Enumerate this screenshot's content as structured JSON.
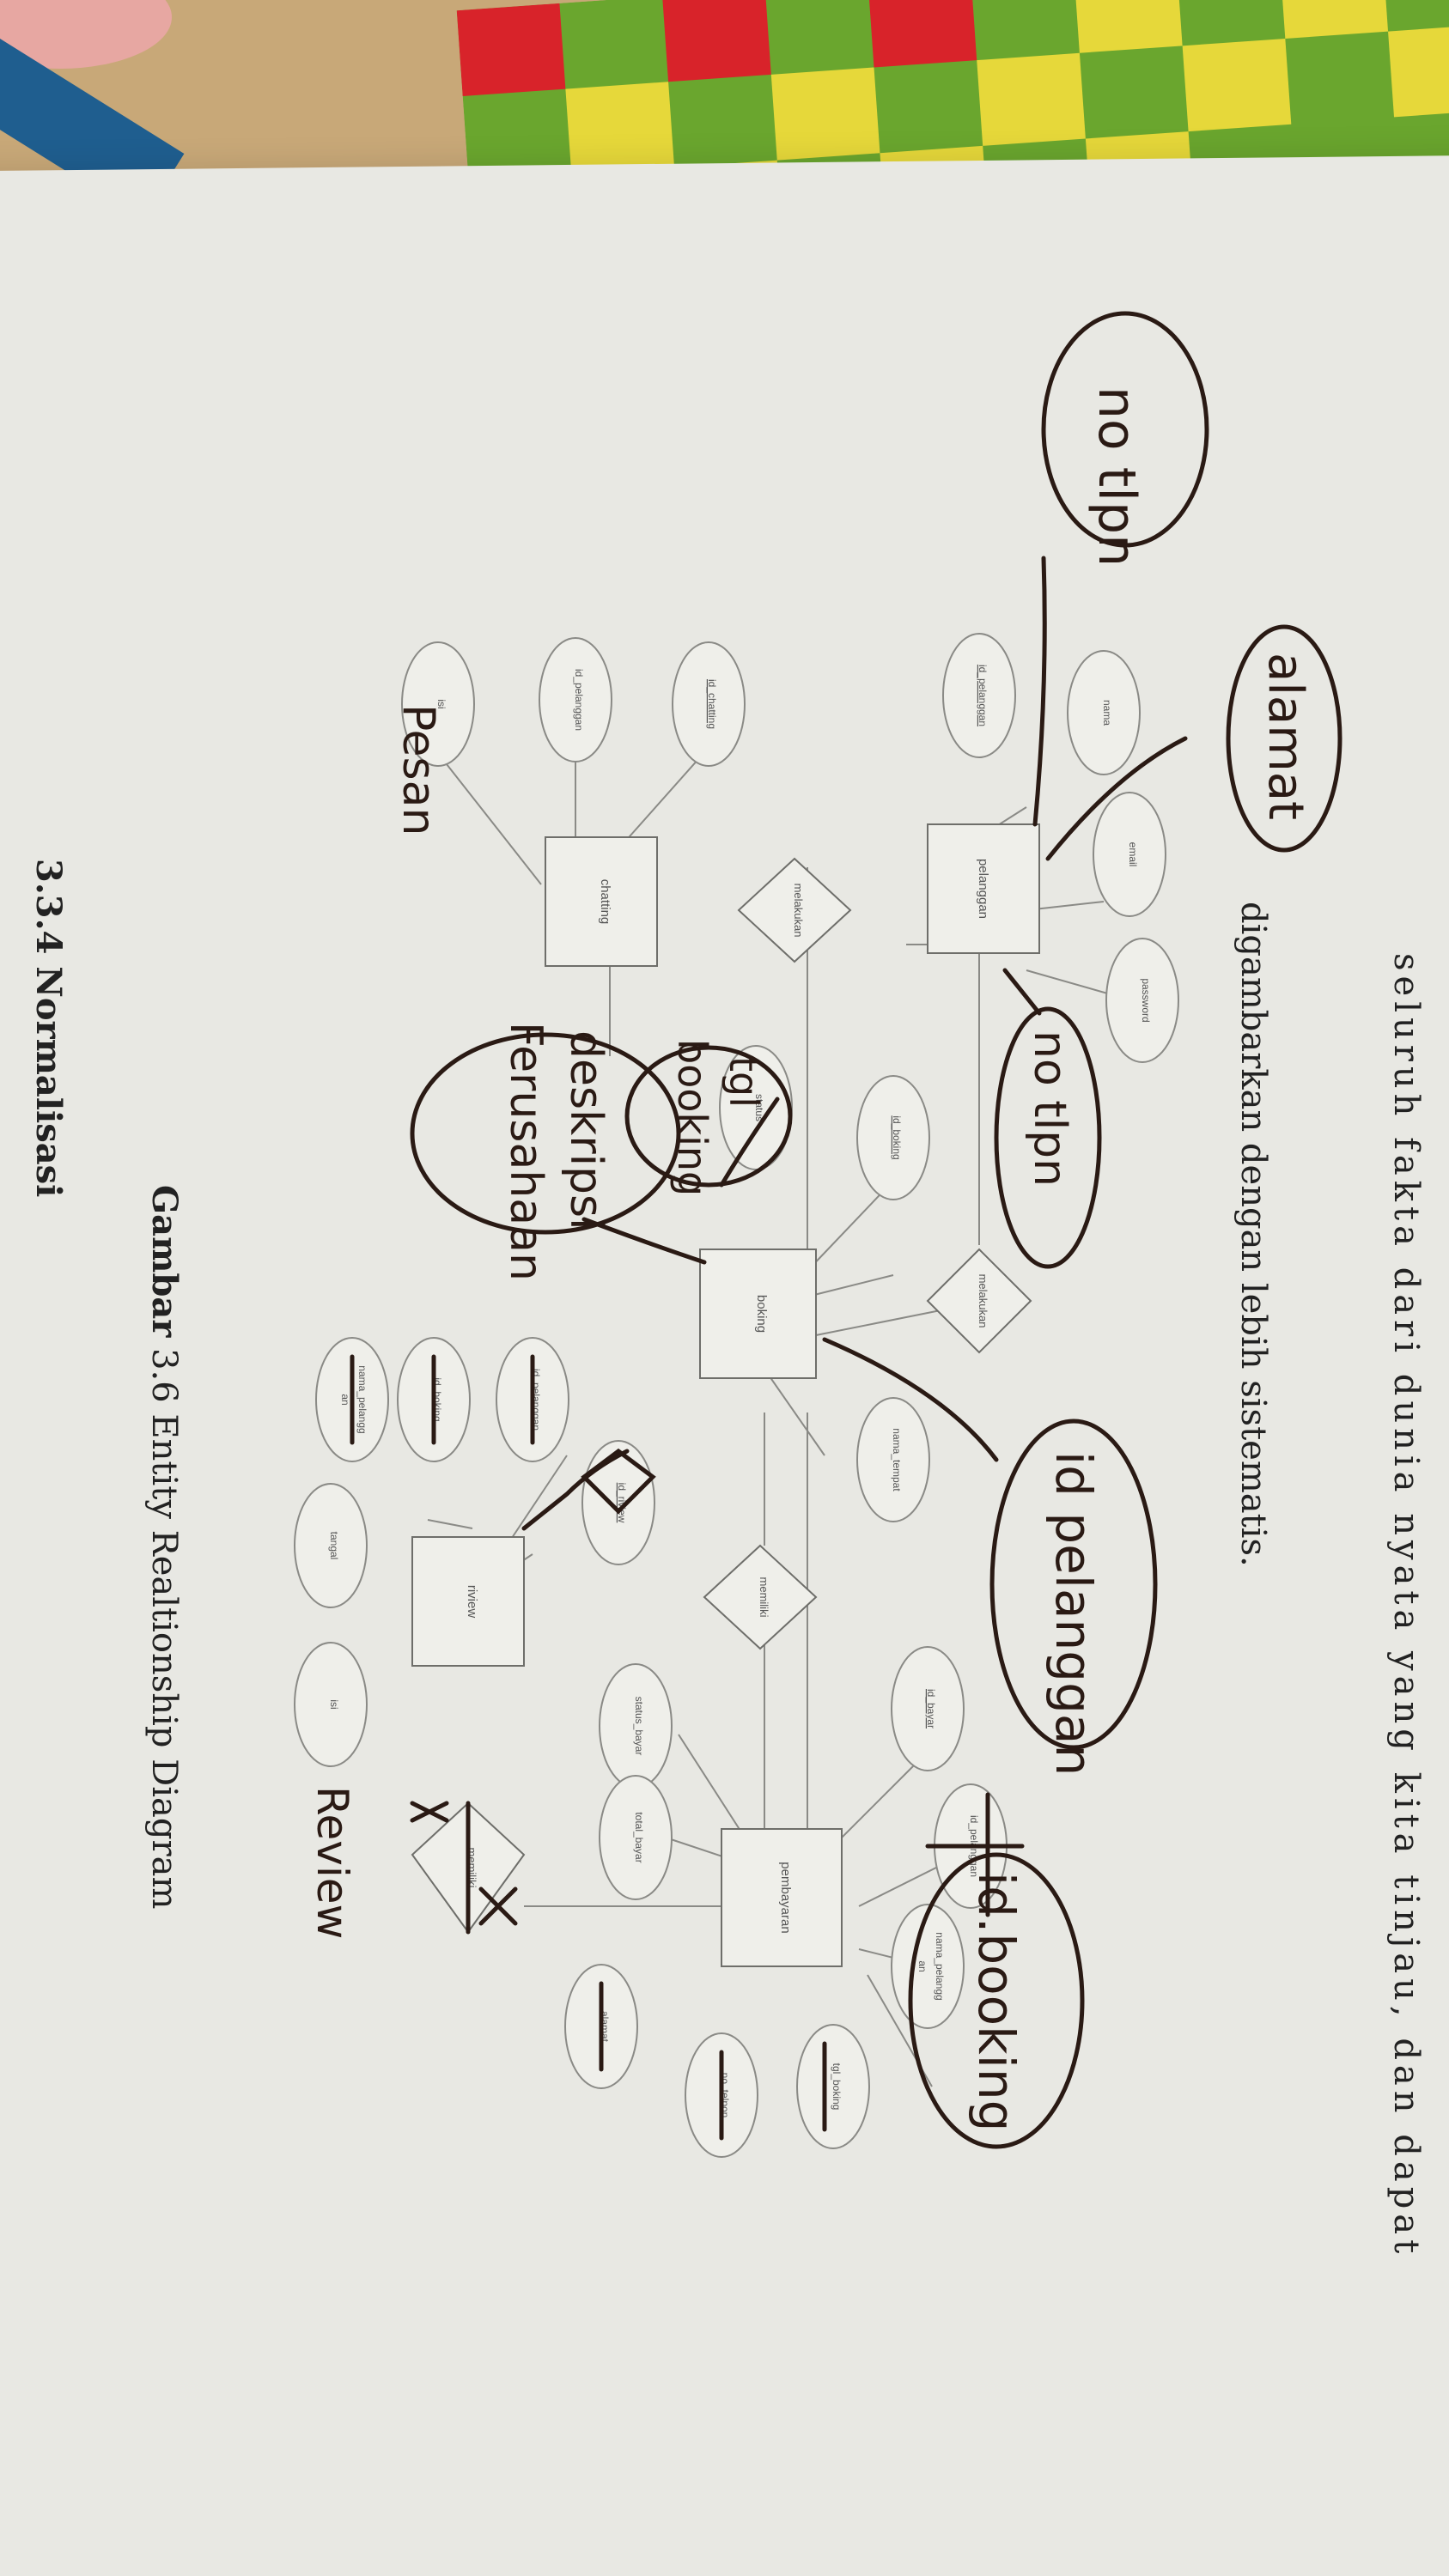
{
  "page": {
    "intro_line1": "seluruh fakta dari dunia nyata yang kita tinjau, dan dapat",
    "intro_line2": "digambarkan dengan lebih sistematis.",
    "caption_bold": "Gambar",
    "caption_rest": " 3.6 Entity Realtionship Diagram",
    "section_heading": "3.3.4 Normalisasi"
  },
  "entities": {
    "pelanggan": "pelanggan",
    "chatting": "chatting",
    "boking": "boking",
    "pembayaran": "pembayaran",
    "riview": "riview"
  },
  "relationships": {
    "melakukan_1": "melakukan",
    "melakukan_2": "melakukan",
    "memiliki": "memiliki",
    "memiliki_struck": "memiliki"
  },
  "attributes": {
    "id_pelanggan": "id_pelanggan",
    "nama": "nama",
    "email": "email",
    "password": "password",
    "id_chatting": "id_chatting",
    "chat_id_pelanggan": "id_pelanggan",
    "isi_chat": "isi",
    "id_boking": "id_boking",
    "status": "status",
    "nama_tempat": "nama_tempat",
    "id_riview": "id_riview",
    "riv_pelanggan": "id_pelanggan",
    "riv_boking": "id_boking",
    "riv_nama": "nama_pelangg",
    "riv_nama2": "an",
    "tangal": "tangal",
    "isi_riview": "isi",
    "id_bayar": "id_bayar",
    "status_bayar": "status_bayar",
    "total_bayar": "total_bayar",
    "pay_pelanggan": "id_pelanggan",
    "pay_nama": "nama_pelangg",
    "pay_nama2": "an",
    "tgl_boking": "tgl_boking",
    "alamat": "alamat",
    "no_telpon": "no_telpon"
  },
  "handwriting": {
    "no_tlpn": "no tlpn",
    "alamat": "alamat",
    "pesan": "Pesan",
    "no_tlpn_2": "no tlpn",
    "tgl_booking_l1": "tgl",
    "tgl_booking_l2": "booking",
    "deskripsi_l1": "deskripsi",
    "deskripsi_l2": "Ferusahaan",
    "id_pelanggan": "id pelanggan",
    "id_booking": "id.booking",
    "review": "Review"
  },
  "colors": {
    "paper": "#e8e8e3",
    "ink": "#2a1a14",
    "print_line": "#8a8a86",
    "quilt_red": "#d8232a",
    "quilt_green": "#6aa62e",
    "quilt_yellow": "#e6d83a"
  }
}
